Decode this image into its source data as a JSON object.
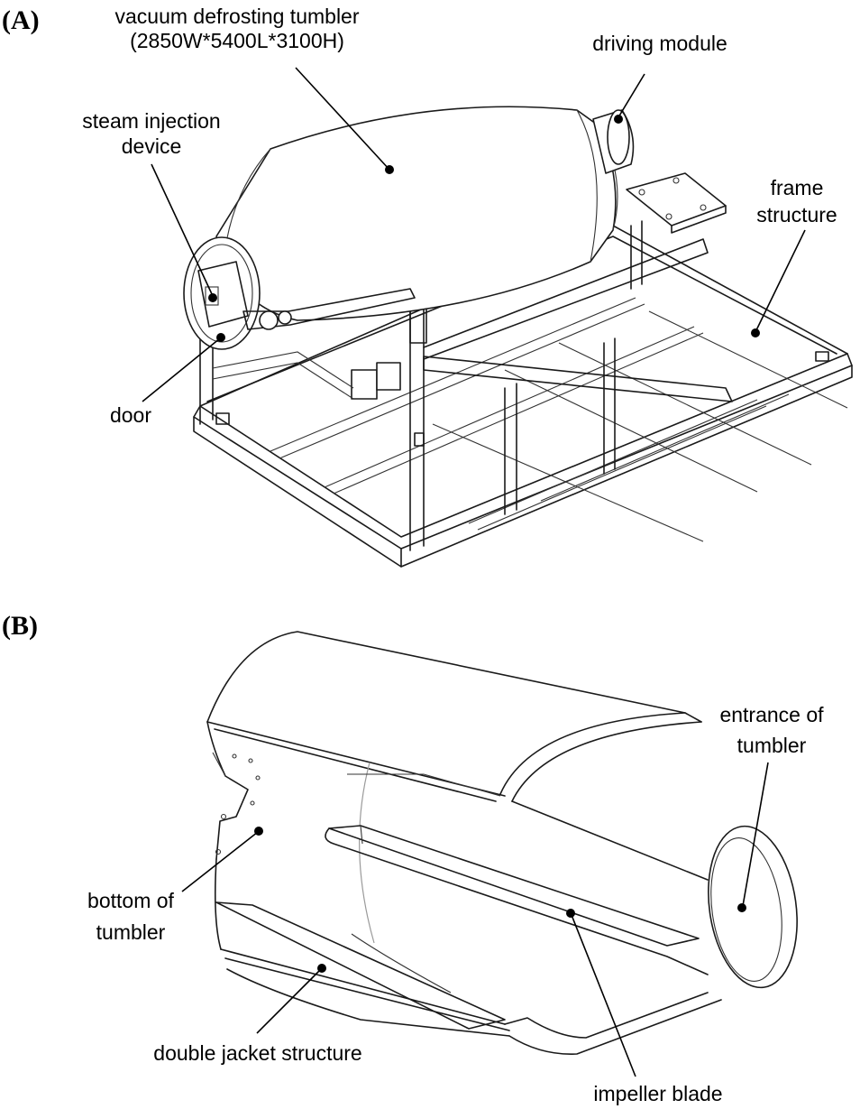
{
  "panels": {
    "a": {
      "letter": "(A)"
    },
    "b": {
      "letter": "(B)"
    }
  },
  "labels_a": {
    "tumbler_line1": "vacuum defrosting tumbler",
    "tumbler_line2": "(2850W*5400L*3100H)",
    "driving_module": "driving module",
    "steam_line1": "steam injection",
    "steam_line2": "device",
    "frame_line1": "frame",
    "frame_line2": "structure",
    "door": "door"
  },
  "labels_b": {
    "entrance_line1": "entrance of",
    "entrance_line2": "tumbler",
    "bottom_line1": "bottom of",
    "bottom_line2": "tumbler",
    "double_jacket": "double jacket structure",
    "impeller": "impeller blade"
  }
}
